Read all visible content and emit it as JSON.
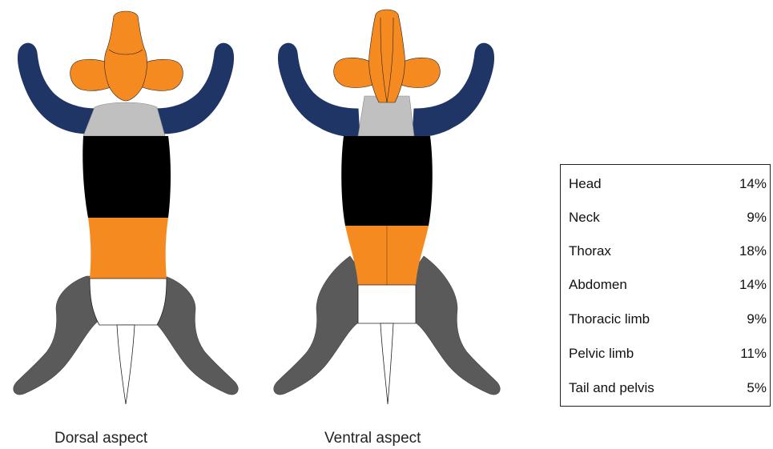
{
  "captions": {
    "dorsal": "Dorsal aspect",
    "ventral": "Ventral aspect"
  },
  "colors": {
    "head": "#f58a21",
    "abdomen": "#f58a21",
    "thoracic_limb": "#1f3566",
    "neck": "#c0c0c0",
    "thorax": "#000000",
    "pelvic_limb": "#5a5a5a",
    "tail_and_pelvis": "#ffffff"
  },
  "legend": [
    {
      "label": "Head",
      "value": "14%"
    },
    {
      "label": "Neck",
      "value": "9%"
    },
    {
      "label": "Thorax",
      "value": "18%"
    },
    {
      "label": "Abdomen",
      "value": "14%"
    },
    {
      "label": "Thoracic limb",
      "value": "9%"
    },
    {
      "label": "Pelvic limb",
      "value": "11%"
    },
    {
      "label": "Tail and pelvis",
      "value": "5%"
    }
  ]
}
